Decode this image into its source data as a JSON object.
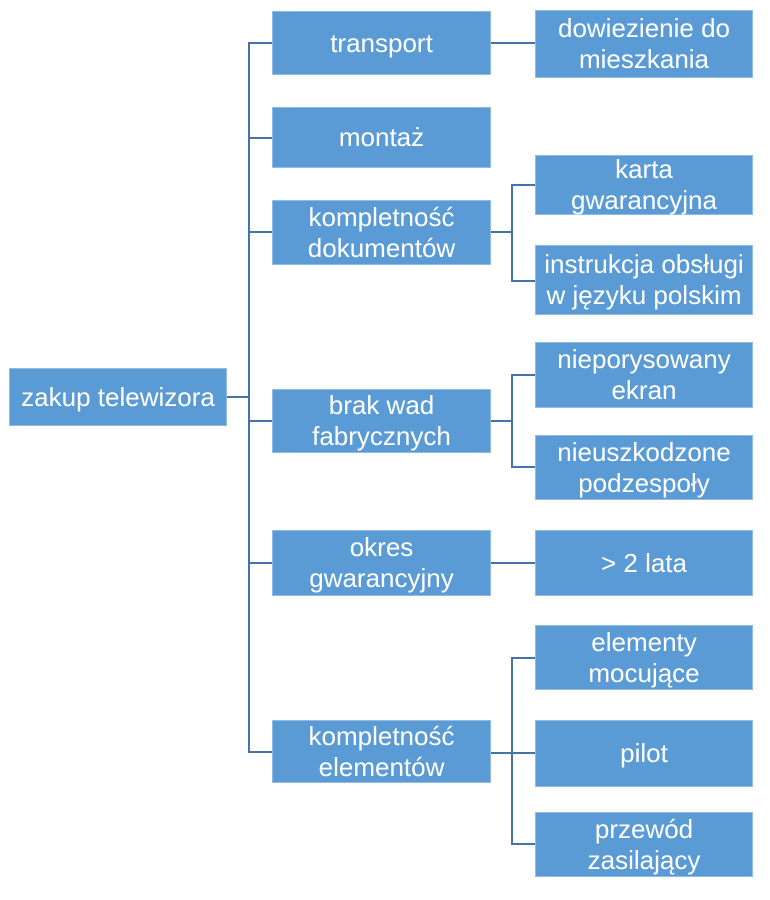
{
  "diagram": {
    "type": "tree",
    "orientation": "left-to-right",
    "tree": {
      "label": "zakup telewizora",
      "children": [
        {
          "label": "transport",
          "children": [
            {
              "label": "dowiezienie do mieszkania"
            }
          ]
        },
        {
          "label": "montaż",
          "children": []
        },
        {
          "label": "kompletność dokumentów",
          "children": [
            {
              "label": "karta gwarancyjna"
            },
            {
              "label": "instrukcja obsługi w języku polskim"
            }
          ]
        },
        {
          "label": "brak wad fabrycznych",
          "children": [
            {
              "label": "nieporysowany ekran"
            },
            {
              "label": "nieuszkodzone podzespoły"
            }
          ]
        },
        {
          "label": "okres gwarancyjny",
          "children": [
            {
              "label": "> 2 lata"
            }
          ]
        },
        {
          "label": "kompletność elementów",
          "children": [
            {
              "label": "elementy mocujące"
            },
            {
              "label": "pilot"
            },
            {
              "label": "przewód zasilający"
            }
          ]
        }
      ]
    },
    "colors": {
      "box_fill": "#5b9bd5",
      "box_border": "#8fbbe5",
      "connector": "#4473a8",
      "text": "#ffffff",
      "background": "#ffffff"
    }
  }
}
